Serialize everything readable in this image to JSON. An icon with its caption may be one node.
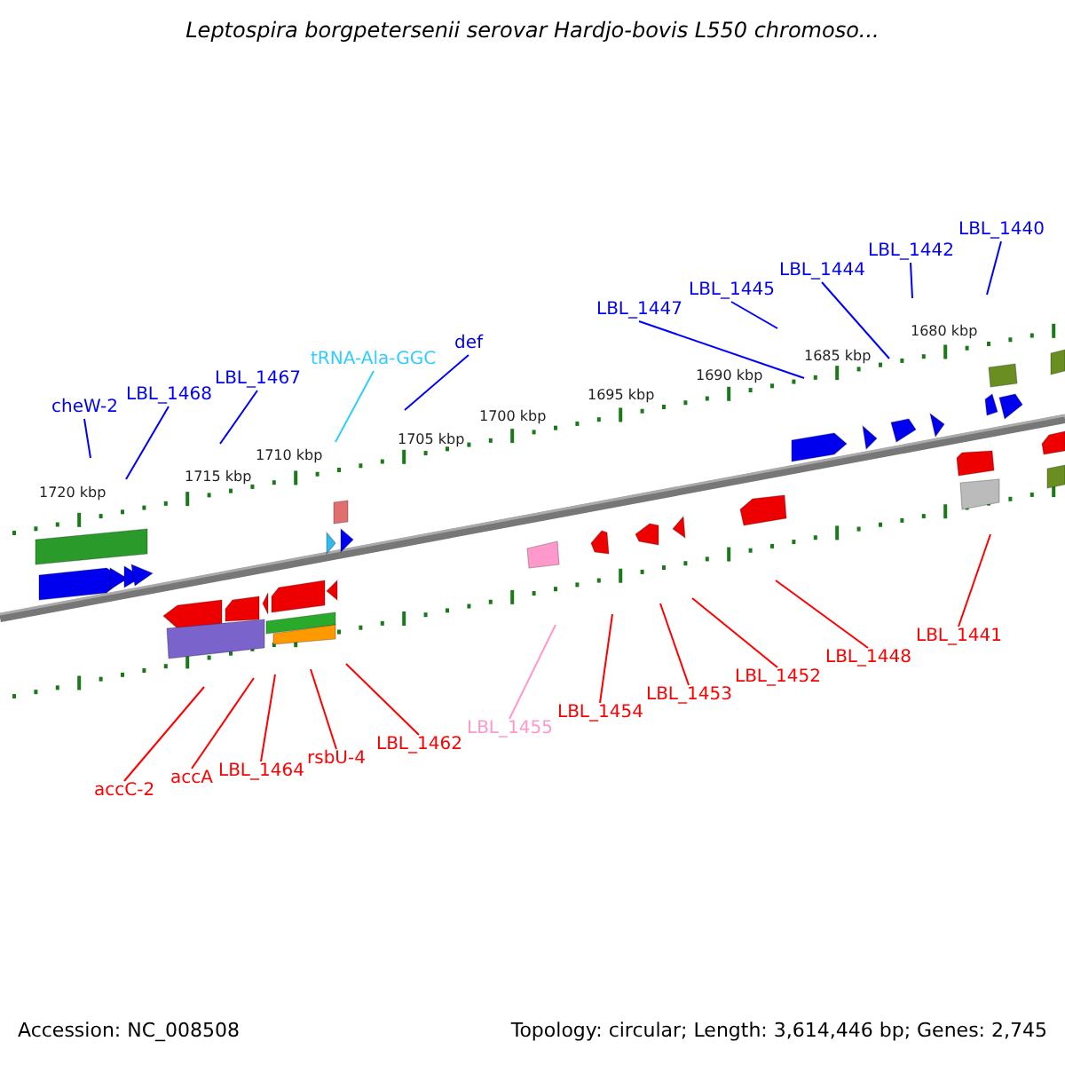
{
  "diagram": {
    "title": "Leptospira borgpetersenii serovar Hardjo-bovis L550 chromoso...",
    "nodes": [
      {
        "text": [
          "cheW-2"
        ]
      },
      {
        "text": [
          "LBL_1468"
        ]
      },
      {
        "text": [
          "LBL_1467"
        ]
      },
      {
        "text": [
          "tRNA-Ala-GGC"
        ]
      },
      {
        "text": [
          "def"
        ]
      },
      {
        "text": [
          "LBL_1447"
        ]
      },
      {
        "text": [
          "LBL_1445"
        ]
      },
      {
        "text": [
          "LBL_1444"
        ]
      },
      {
        "text": [
          "LBL_1442"
        ]
      },
      {
        "text": [
          "LBL_1440"
        ]
      },
      {
        "text": [
          "accC-2"
        ]
      },
      {
        "text": [
          "accA"
        ]
      },
      {
        "text": [
          "LBL_1464"
        ]
      },
      {
        "text": [
          "rsbU-4"
        ]
      },
      {
        "text": [
          "LBL_1462"
        ]
      },
      {
        "text": [
          "LBL_1455"
        ]
      },
      {
        "text": [
          "LBL_1454"
        ]
      },
      {
        "text": [
          "LBL_1453"
        ]
      },
      {
        "text": [
          "LBL_1452"
        ]
      },
      {
        "text": [
          "LBL_1448"
        ]
      },
      {
        "text": [
          "LBL_1441"
        ]
      }
    ],
    "edges": [
      {
        "from": 0,
        "to": null,
        "arrow": "none",
        "color": "#0000ff"
      },
      {
        "from": 1,
        "to": null,
        "arrow": "none",
        "color": "#0000ff"
      },
      {
        "from": 2,
        "to": null,
        "arrow": "none",
        "color": "#0000ff"
      },
      {
        "from": 3,
        "to": null,
        "arrow": "none",
        "color": "#33ccff"
      },
      {
        "from": 4,
        "to": null,
        "arrow": "none",
        "color": "#0000ff"
      },
      {
        "from": 5,
        "to": null,
        "arrow": "none",
        "color": "#0000ff"
      },
      {
        "from": 6,
        "to": null,
        "arrow": "none",
        "color": "#0000ff"
      },
      {
        "from": 7,
        "to": null,
        "arrow": "none",
        "color": "#0000ff"
      },
      {
        "from": 8,
        "to": null,
        "arrow": "none",
        "color": "#0000ff"
      },
      {
        "from": 9,
        "to": null,
        "arrow": "none",
        "color": "#0000ff"
      },
      {
        "from": 10,
        "to": null,
        "arrow": "none",
        "color": "#ff0000"
      },
      {
        "from": 11,
        "to": null,
        "arrow": "none",
        "color": "#ff0000"
      },
      {
        "from": 12,
        "to": null,
        "arrow": "none",
        "color": "#ff0000"
      },
      {
        "from": 13,
        "to": null,
        "arrow": "none",
        "color": "#ff0000"
      },
      {
        "from": 14,
        "to": null,
        "arrow": "none",
        "color": "#ff0000"
      },
      {
        "from": 15,
        "to": null,
        "arrow": "none",
        "color": "#ff99cc"
      },
      {
        "from": 16,
        "to": null,
        "arrow": "none",
        "color": "#ff0000"
      },
      {
        "from": 17,
        "to": null,
        "arrow": "none",
        "color": "#ff0000"
      },
      {
        "from": 18,
        "to": null,
        "arrow": "none",
        "color": "#ff0000"
      },
      {
        "from": 19,
        "to": null,
        "arrow": "none",
        "color": "#ff0000"
      },
      {
        "from": 20,
        "to": null,
        "arrow": "none",
        "color": "#ff0000"
      }
    ],
    "labels": [
      "1720 kbp",
      "1715 kbp",
      "1710 kbp",
      "1705 kbp",
      "1700 kbp",
      "1695 kbp",
      "1690 kbp",
      "1685 kbp",
      "1680 kbp",
      "Accession: NC_008508",
      "Topology: circular; Length: 3,614,446 bp; Genes: 2,745"
    ]
  }
}
